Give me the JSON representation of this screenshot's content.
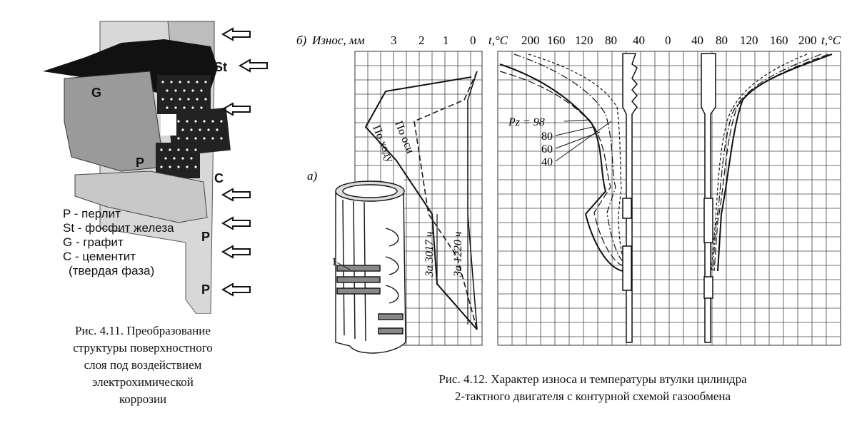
{
  "fig11": {
    "labels": {
      "g": "G",
      "st": "St",
      "p": "P",
      "c": "C",
      "p2": "P",
      "p3": "P"
    },
    "legend": [
      "P - перлит",
      "St - фосфит железа",
      "G - графит",
      "C - цементит",
      "(твердая фаза)"
    ],
    "caption": [
      "Рис. 4.11. Преобразование",
      "структуры поверхностного",
      "слоя под воздействием",
      "электрохимической",
      "коррозии"
    ]
  },
  "fig12": {
    "label_b": "б)",
    "wear_axis_title": "Износ, мм",
    "wear_ticks": [
      "3",
      "2",
      "1",
      "0"
    ],
    "temp_axis_title": "t,°C",
    "temp_ticks_left": [
      "200",
      "160",
      "120",
      "80",
      "40",
      "0",
      "40",
      "80",
      "120",
      "160",
      "200"
    ],
    "temp_axis_title_right": "t,°C",
    "label_a": "а)",
    "part_number": "1",
    "curve_labels": {
      "po_hodu": "По ходу",
      "po_osi": "По оси",
      "za_3017": "За 3017 ч",
      "za_1220": "За 1220 ч"
    },
    "pz_label": "Pz = 98",
    "pz_values": [
      "80",
      "60",
      "40"
    ],
    "caption": [
      "Рис. 4.12. Характер износа и температуры втулки цилиндра",
      "2-тактного двигателя с контурной схемой газообмена"
    ]
  }
}
